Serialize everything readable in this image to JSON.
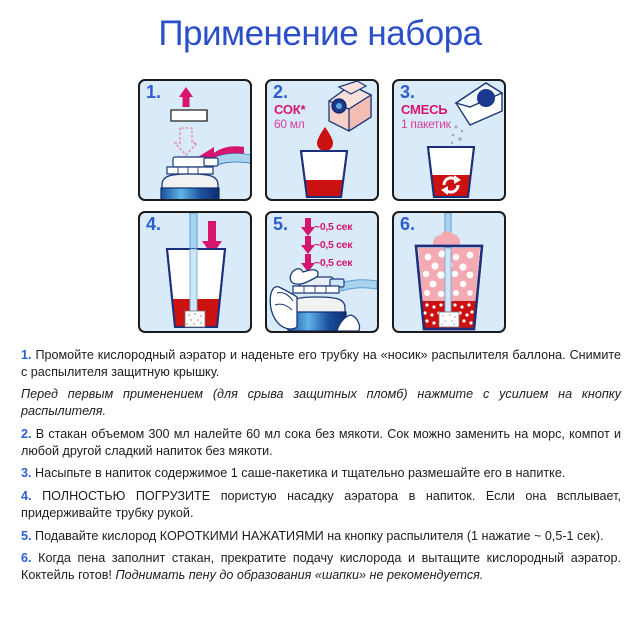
{
  "header": {
    "title": "Применение набора"
  },
  "colors": {
    "title_blue": "#2b4fc8",
    "number_blue": "#2b5fd0",
    "magenta": "#d6156f",
    "panel_background": "#d9eaf8",
    "liquid_red": "#cc1111",
    "foam_pink": "#f4aab2",
    "tube_blue": "#a9d3ef",
    "can_blue": "#123f8f"
  },
  "panels": [
    {
      "number": "1.",
      "label_main": "",
      "label_sub": "",
      "icon": "spray-can-cap-removal"
    },
    {
      "number": "2.",
      "label_main": "СОК*",
      "label_sub": "60 мл",
      "icon": "juice-carton-pouring-into-glass"
    },
    {
      "number": "3.",
      "label_main": "СМЕСЬ",
      "label_sub": "1 пакетик",
      "icon": "sachet-powder-into-glass-stir"
    },
    {
      "number": "4.",
      "label_main": "",
      "label_sub": "",
      "icon": "aerator-submerged-in-glass"
    },
    {
      "number": "5.",
      "label_main": "",
      "label_sub": "",
      "icon": "hand-pressing-spray-button",
      "timings": [
        "~0,5 сек",
        "~0,5 сек",
        "~0,5 сек"
      ]
    },
    {
      "number": "6.",
      "label_main": "",
      "label_sub": "",
      "icon": "glass-full-of-pink-foam"
    }
  ],
  "instructions": [
    {
      "number": "1.",
      "text": "Промойте кислородный аэратор и наденьте его трубку на «носик» распылителя баллона. Снимите с распылителя защитную крышку.",
      "note": "Перед первым применением (для срыва защитных пломб) нажмите с усилием на кнопку распылителя."
    },
    {
      "number": "2.",
      "text": "В стакан объемом 300 мл налейте 60 мл сока без мякоти. Сок можно заменить на морс, компот и любой другой сладкий напиток без мякоти."
    },
    {
      "number": "3.",
      "text": "Насыпьте в напиток содержимое 1 саше-пакетика и тщательно размешайте его в напитке."
    },
    {
      "number": "4.",
      "text": "ПОЛНОСТЬЮ ПОГРУЗИТЕ пористую насадку аэратора в напиток. Если она всплывает, придерживайте трубку рукой."
    },
    {
      "number": "5.",
      "text": "Подавайте кислород КОРОТКИМИ НАЖАТИЯМИ на кнопку распылителя (1 нажатие ~ 0,5-1 сек)."
    },
    {
      "number": "6.",
      "text": "Когда пена заполнит стакан, прекратите подачу кислорода и вытащите кислородный аэратор. Коктейль готов! ",
      "italic_tail": "Поднимать пену до образования «шапки» не рекомендуется."
    }
  ]
}
